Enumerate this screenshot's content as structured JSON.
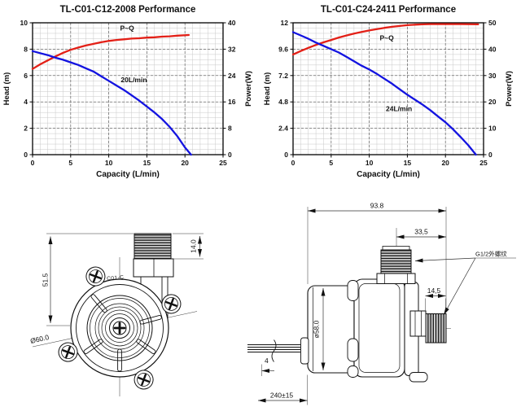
{
  "page": {
    "background": "#ffffff"
  },
  "chart_data": [
    {
      "type": "line",
      "title": "TL-C01-C12-2008 Performance",
      "xlabel": "Capacity (L/min)",
      "ylabel_left": "Head (m)",
      "ylabel_right": "Power(W)",
      "xlim": [
        0,
        25
      ],
      "ylim_left": [
        0,
        10
      ],
      "ylim_right": [
        0,
        40
      ],
      "x_ticks": [
        "0",
        "5",
        "10",
        "15",
        "20",
        "25"
      ],
      "y_left_ticks": [
        "0",
        "2",
        "4",
        "6",
        "8",
        "10"
      ],
      "y_right_ticks": [
        "0",
        "8",
        "16",
        "24",
        "32",
        "40"
      ],
      "grid": {
        "x_minor_divisions": 25,
        "y_minor_divisions": 25,
        "major_divisions": 5
      },
      "series": [
        {
          "name": "P~Q",
          "axis": "right",
          "color": "#e32017",
          "label": "P~Q",
          "label_at": [
            12.4,
            37.7
          ],
          "points": [
            [
              0,
              26
            ],
            [
              1,
              27.4
            ],
            [
              2,
              28.6
            ],
            [
              3,
              29.8
            ],
            [
              4,
              30.9
            ],
            [
              5,
              31.8
            ],
            [
              6,
              32.5
            ],
            [
              7,
              33.1
            ],
            [
              8,
              33.6
            ],
            [
              9,
              34.1
            ],
            [
              10,
              34.5
            ],
            [
              11,
              34.8
            ],
            [
              12,
              35.0
            ],
            [
              13,
              35.2
            ],
            [
              14,
              35.3
            ],
            [
              15,
              35.5
            ],
            [
              16,
              35.6
            ],
            [
              17,
              35.8
            ],
            [
              18,
              35.9
            ],
            [
              19,
              36.1
            ],
            [
              20.5,
              36.3
            ]
          ]
        },
        {
          "name": "20L/min",
          "axis": "left",
          "color": "#1313e0",
          "label": "20L/min",
          "label_at": [
            13.3,
            5.5
          ],
          "points": [
            [
              0,
              7.85
            ],
            [
              1,
              7.7
            ],
            [
              2,
              7.55
            ],
            [
              3,
              7.35
            ],
            [
              4,
              7.2
            ],
            [
              5,
              7.0
            ],
            [
              6,
              6.8
            ],
            [
              7,
              6.55
            ],
            [
              8,
              6.3
            ],
            [
              9,
              5.95
            ],
            [
              10,
              5.6
            ],
            [
              11,
              5.25
            ],
            [
              12,
              4.9
            ],
            [
              13,
              4.5
            ],
            [
              14,
              4.1
            ],
            [
              15,
              3.65
            ],
            [
              16,
              3.2
            ],
            [
              17,
              2.7
            ],
            [
              18,
              2.1
            ],
            [
              19,
              1.4
            ],
            [
              20,
              0.55
            ],
            [
              20.8,
              0
            ]
          ]
        }
      ]
    },
    {
      "type": "line",
      "title": "TL-C01-C24-2411 Performance",
      "xlabel": "Capacity (L/min)",
      "ylabel_left": "Head (m)",
      "ylabel_right": "Power(W)",
      "xlim": [
        0,
        25
      ],
      "ylim_left": [
        0,
        12
      ],
      "ylim_right": [
        0,
        50
      ],
      "x_ticks": [
        "0",
        "5",
        "10",
        "15",
        "20",
        "25"
      ],
      "y_left_ticks": [
        "0",
        "2.4",
        "4.8",
        "7.2",
        "9.6",
        "12"
      ],
      "y_right_ticks": [
        "0",
        "10",
        "20",
        "30",
        "40",
        "50"
      ],
      "grid": {
        "x_minor_divisions": 25,
        "y_minor_divisions": 25,
        "major_divisions": 5
      },
      "series": [
        {
          "name": "P~Q",
          "axis": "right",
          "color": "#e32017",
          "label": "P~Q",
          "label_at": [
            12.3,
            43.4
          ],
          "points": [
            [
              0,
              38
            ],
            [
              1,
              39.3
            ],
            [
              2,
              40.5
            ],
            [
              3,
              41.6
            ],
            [
              4,
              42.6
            ],
            [
              5,
              43.5
            ],
            [
              6,
              44.4
            ],
            [
              7,
              45.2
            ],
            [
              8,
              45.9
            ],
            [
              9,
              46.5
            ],
            [
              10,
              47.1
            ],
            [
              11,
              47.6
            ],
            [
              12,
              48.1
            ],
            [
              13,
              48.5
            ],
            [
              14,
              48.8
            ],
            [
              15,
              49.1
            ],
            [
              16,
              49.3
            ],
            [
              17,
              49.4
            ],
            [
              18,
              49.5
            ],
            [
              20,
              49.5
            ],
            [
              22,
              49.5
            ],
            [
              24.3,
              49.4
            ]
          ]
        },
        {
          "name": "24L/min",
          "axis": "left",
          "color": "#1313e0",
          "label": "24L/min",
          "label_at": [
            13.9,
            3.95
          ],
          "points": [
            [
              0,
              11.15
            ],
            [
              1,
              10.85
            ],
            [
              2,
              10.55
            ],
            [
              3,
              10.2
            ],
            [
              4,
              9.9
            ],
            [
              5,
              9.6
            ],
            [
              6,
              9.3
            ],
            [
              7,
              8.9
            ],
            [
              8,
              8.5
            ],
            [
              9,
              8.1
            ],
            [
              10,
              7.75
            ],
            [
              11,
              7.35
            ],
            [
              12,
              6.9
            ],
            [
              13,
              6.45
            ],
            [
              14,
              5.95
            ],
            [
              15,
              5.45
            ],
            [
              16,
              5.0
            ],
            [
              17,
              4.55
            ],
            [
              18,
              4.05
            ],
            [
              19,
              3.5
            ],
            [
              20,
              2.95
            ],
            [
              21,
              2.3
            ],
            [
              22,
              1.6
            ],
            [
              23,
              0.85
            ],
            [
              24,
              0
            ]
          ]
        }
      ]
    }
  ],
  "drawings": {
    "front_view": {
      "body_label": "C01-C",
      "dim_height": "51.5",
      "dim_port_len": "14.0",
      "dim_diameter": "Ø60.0"
    },
    "side_view": {
      "dim_length": "93.8",
      "dim_port_offset": "33,5",
      "dim_outlet_thread": "14,5",
      "dim_motor_diameter": "ø58.0",
      "dim_cable_length": "240±15",
      "dim_wire": "4",
      "thread_note": "G1/2外螺纹"
    }
  }
}
